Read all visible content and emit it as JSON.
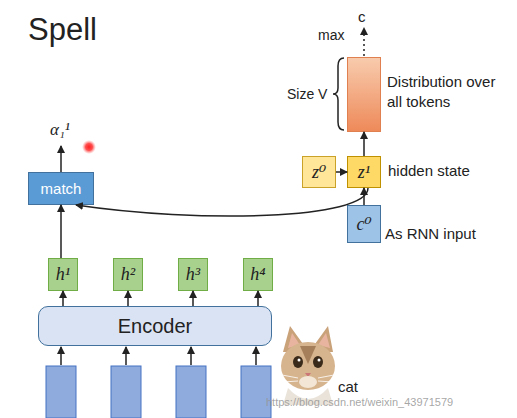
{
  "diagram": {
    "title": "Spell",
    "nodes": [
      {
        "text": [
          "Distribution over all tokens"
        ]
      },
      {
        "text": [
          "z⁰"
        ]
      },
      {
        "text": [
          "z¹"
        ]
      },
      {
        "text": [
          "match"
        ]
      },
      {
        "text": [
          "c⁰"
        ]
      },
      {
        "text": [
          "h¹"
        ]
      },
      {
        "text": [
          "h²"
        ]
      },
      {
        "text": [
          "h³"
        ]
      },
      {
        "text": [
          "h⁴"
        ]
      },
      {
        "text": [
          "Encoder"
        ]
      }
    ],
    "edges": [
      {
        "from": 2,
        "to": 0,
        "arrow": "to"
      },
      {
        "from": 1,
        "to": 2,
        "arrow": "to"
      },
      {
        "from": 4,
        "to": 2,
        "arrow": "to"
      },
      {
        "from": 2,
        "to": 3,
        "arrow": "to"
      },
      {
        "from": 5,
        "to": 3,
        "arrow": "to"
      },
      {
        "from": 9,
        "to": 5,
        "arrow": "to"
      },
      {
        "from": 9,
        "to": 6,
        "arrow": "to"
      },
      {
        "from": 9,
        "to": 7,
        "arrow": "to"
      },
      {
        "from": 9,
        "to": 8,
        "arrow": "to"
      }
    ],
    "labels": [
      "α₁¹",
      "max",
      "c",
      "Size V",
      "hidden state",
      "As RNN input",
      "cat",
      "https://blog.csdn.net/weixin_43971579"
    ]
  }
}
